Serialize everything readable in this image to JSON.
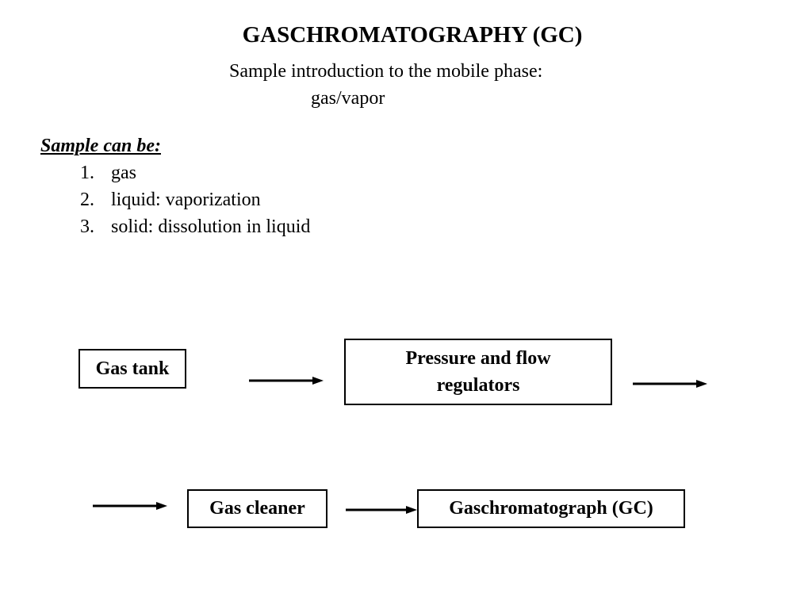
{
  "slide": {
    "title": "GASCHROMATOGRAPHY (GC)",
    "subtitle_line1": "Sample introduction to the mobile phase:",
    "subtitle_line2": "gas/vapor"
  },
  "sample_list": {
    "heading": "Sample can be:",
    "items": [
      {
        "number": "1.",
        "text": "gas"
      },
      {
        "number": "2.",
        "text": "liquid: vaporization"
      },
      {
        "number": "3.",
        "text": "solid: dissolution in liquid"
      }
    ]
  },
  "flow_diagram": {
    "gas_tank": "Gas tank",
    "regulators_line1": "Pressure and flow",
    "regulators_line2": "regulators",
    "gas_cleaner": "Gas cleaner",
    "chromatograph": "Gaschromatograph (GC)"
  },
  "colors": {
    "text": "#000000",
    "background": "#ffffff"
  }
}
